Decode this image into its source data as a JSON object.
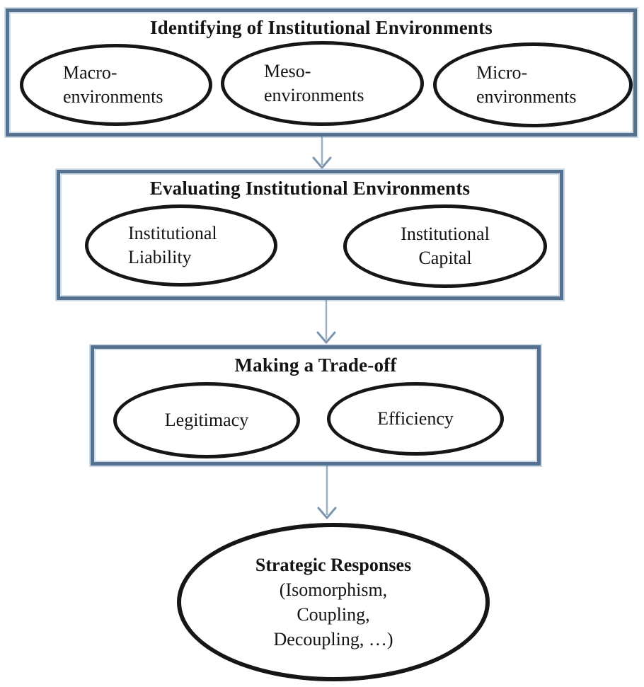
{
  "colors": {
    "box_border": "#54718f",
    "ellipse_border": "#161616",
    "arrow": "#7e96ad",
    "text": "#141414",
    "background": "#ffffff"
  },
  "stages": [
    {
      "title": "Identifying of Institutional Environments",
      "ellipses": [
        {
          "lines": [
            "Macro-",
            "environments"
          ]
        },
        {
          "lines": [
            "Meso-",
            "environments"
          ]
        },
        {
          "lines": [
            "Micro-",
            "environments"
          ]
        }
      ]
    },
    {
      "title": "Evaluating Institutional Environments",
      "ellipses": [
        {
          "lines": [
            "Institutional",
            "Liability"
          ]
        },
        {
          "lines": [
            "Institutional",
            "Capital"
          ]
        }
      ]
    },
    {
      "title": "Making a Trade-off",
      "ellipses": [
        {
          "lines": [
            "Legitimacy"
          ]
        },
        {
          "lines": [
            "Efficiency"
          ]
        }
      ]
    }
  ],
  "outcome": {
    "title": "Strategic Responses",
    "lines": [
      "(Isomorphism,",
      "Coupling,",
      "Decoupling, …)"
    ]
  },
  "arrows": [
    {
      "name": "identifying-to-evaluating"
    },
    {
      "name": "evaluating-to-tradeoff"
    },
    {
      "name": "tradeoff-to-strategic-responses"
    }
  ]
}
